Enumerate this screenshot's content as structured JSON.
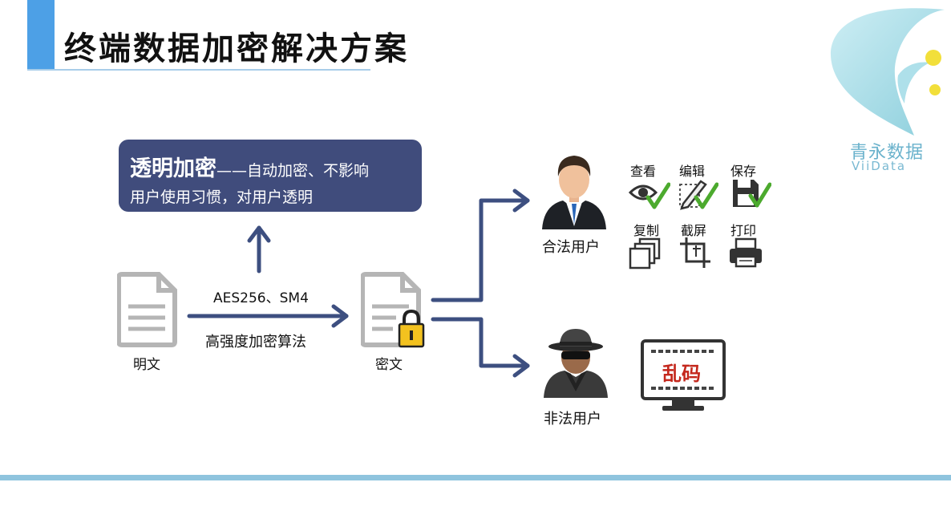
{
  "title": "终端数据加密解决方案",
  "callout": {
    "strong": "透明加密",
    "rest": "——自动加密、不影响",
    "line2": "用户使用习惯，对用户透明"
  },
  "plaintext_label": "明文",
  "ciphertext_label": "密文",
  "algorithm_top": "AES256、SM4",
  "algorithm_bottom": "高强度加密算法",
  "legal_user_label": "合法用户",
  "illegal_user_label": "非法用户",
  "permissions": [
    {
      "label": "查看",
      "icon": "eye-check-icon"
    },
    {
      "label": "编辑",
      "icon": "pencil-check-icon"
    },
    {
      "label": "保存",
      "icon": "floppy-check-icon"
    },
    {
      "label": "复制",
      "icon": "copy-icon"
    },
    {
      "label": "截屏",
      "icon": "crop-icon"
    },
    {
      "label": "打印",
      "icon": "printer-icon"
    }
  ],
  "garbled_text": "乱码",
  "logo": {
    "cn": "青永数据",
    "en": "ViiData"
  },
  "colors": {
    "title_accent": "#4da0e6",
    "callout_bg": "#404c7c",
    "arrow": "#3d4f80",
    "check": "#4caa2e",
    "garbled": "#c4271c",
    "bottom_band": "#8fc4de"
  }
}
